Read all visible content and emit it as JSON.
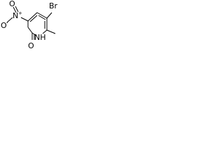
{
  "molecule": {
    "atoms": {
      "br": "Br",
      "n_plus": "N",
      "plus_charge": "+",
      "o_nitro_top": "O",
      "o_nitro_left": "O",
      "minus_charge": "-",
      "nh": "NH",
      "o_carbonyl": "O"
    }
  },
  "colors": {
    "ink": "#000000",
    "background": "#ffffff"
  }
}
